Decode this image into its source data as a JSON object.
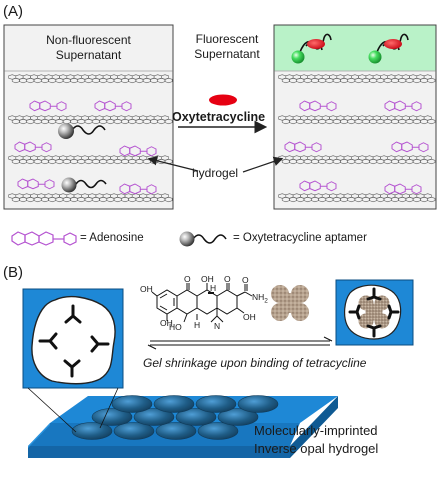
{
  "panel_a": {
    "letter": "(A)",
    "left_supernatant": [
      "Non-fluorescent",
      "Supernatant"
    ],
    "right_supernatant": [
      "Fluorescent",
      "Supernatant"
    ],
    "analyte": "Oxytetracycline",
    "hydrogel": "hydrogel",
    "legend_adenosine": "= Adenosine",
    "legend_aptamer": "= Oxytetracycline aptamer"
  },
  "panel_b": {
    "letter": "(B)",
    "caption": "Gel shrinkage upon binding of tetracycline",
    "chem_labels": {
      "oh1": "OH",
      "o1": "O",
      "oh2": "OH",
      "o2": "O",
      "o3": "O",
      "nh2": "NH",
      "nh2_sub": "2",
      "ho": "HO",
      "h1": "H",
      "h2": "H",
      "oh3": "OH",
      "n": "N",
      "oh_top": "OH"
    },
    "description": [
      "Molecularly-imprinted",
      "Inverse opal hydrogel"
    ]
  },
  "colors": {
    "panel_bg": "#f2f2f2",
    "fluorescent_bg": "#b9f2c8",
    "adenosine": "#b452d0",
    "ligand_red": "#e60012",
    "bead_green": "#2ccf4a",
    "slab_blue": "#1e88d6",
    "bead_dark_blue": "#1f5d87",
    "template_tan": "#b09a86"
  }
}
